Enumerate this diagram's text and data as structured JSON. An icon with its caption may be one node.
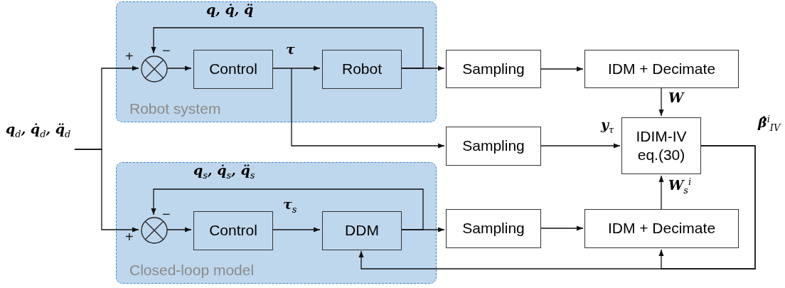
{
  "diagram": {
    "nodes": [
      {
        "text": [
          "Robot system"
        ]
      },
      {
        "text": [],
        "shape": "circle",
        "in": 0
      },
      {
        "text": [
          "Control"
        ],
        "in": 0
      },
      {
        "text": [
          "Robot"
        ],
        "in": 0
      },
      {
        "text": [
          "Closed-loop model"
        ]
      },
      {
        "text": [],
        "shape": "circle",
        "in": 4
      },
      {
        "text": [
          "Control"
        ],
        "in": 4
      },
      {
        "text": [
          "DDM"
        ],
        "in": 4
      },
      {
        "text": [
          "Sampling"
        ]
      },
      {
        "text": [
          "IDM + Decimate"
        ]
      },
      {
        "text": [
          "Sampling"
        ]
      },
      {
        "text": [
          "IDIM-IV eq.(30)"
        ]
      },
      {
        "text": [
          "Sampling"
        ]
      },
      {
        "text": [
          "IDM + Decimate"
        ]
      },
      {
        "text": [
          "q$_{d}$, q̇$_{d}$, q̈$_{d}$"
        ]
      }
    ],
    "edges": [
      {
        "from": 14,
        "to": 1,
        "arrow": "to"
      },
      {
        "from": 14,
        "to": 5,
        "arrow": "to"
      },
      {
        "from": 1,
        "to": 2,
        "arrow": "to"
      },
      {
        "from": 2,
        "to": 3,
        "arrow": "to",
        "label": "τ"
      },
      {
        "from": 3,
        "to": 1,
        "arrow": "to",
        "label": "q, q̇, q̈"
      },
      {
        "from": 3,
        "to": 8,
        "arrow": "to"
      },
      {
        "from": 2,
        "to": 10,
        "arrow": "to"
      },
      {
        "from": 8,
        "to": 9,
        "arrow": "to"
      },
      {
        "from": 9,
        "to": 11,
        "arrow": "to",
        "label": "W"
      },
      {
        "from": 10,
        "to": 11,
        "arrow": "to",
        "label": "y$_{τ}$"
      },
      {
        "from": 5,
        "to": 6,
        "arrow": "to"
      },
      {
        "from": 6,
        "to": 7,
        "arrow": "to",
        "label": "τ$_{s}$"
      },
      {
        "from": 7,
        "to": 5,
        "arrow": "to",
        "label": "q$_{s}$, q̇$_{s}$, q̈$_{s}$"
      },
      {
        "from": 7,
        "to": 12,
        "arrow": "to"
      },
      {
        "from": 12,
        "to": 13,
        "arrow": "to"
      },
      {
        "from": 13,
        "to": 11,
        "arrow": "to",
        "label": "W$_{s}$$^{i}$"
      },
      {
        "from": 11,
        "to": 7,
        "arrow": "to",
        "label": "β̂$^{i}$$_{IV}$"
      },
      {
        "from": 11,
        "to": 13,
        "arrow": "to"
      }
    ],
    "labels": [
      "+",
      "−",
      "−",
      "+"
    ]
  }
}
